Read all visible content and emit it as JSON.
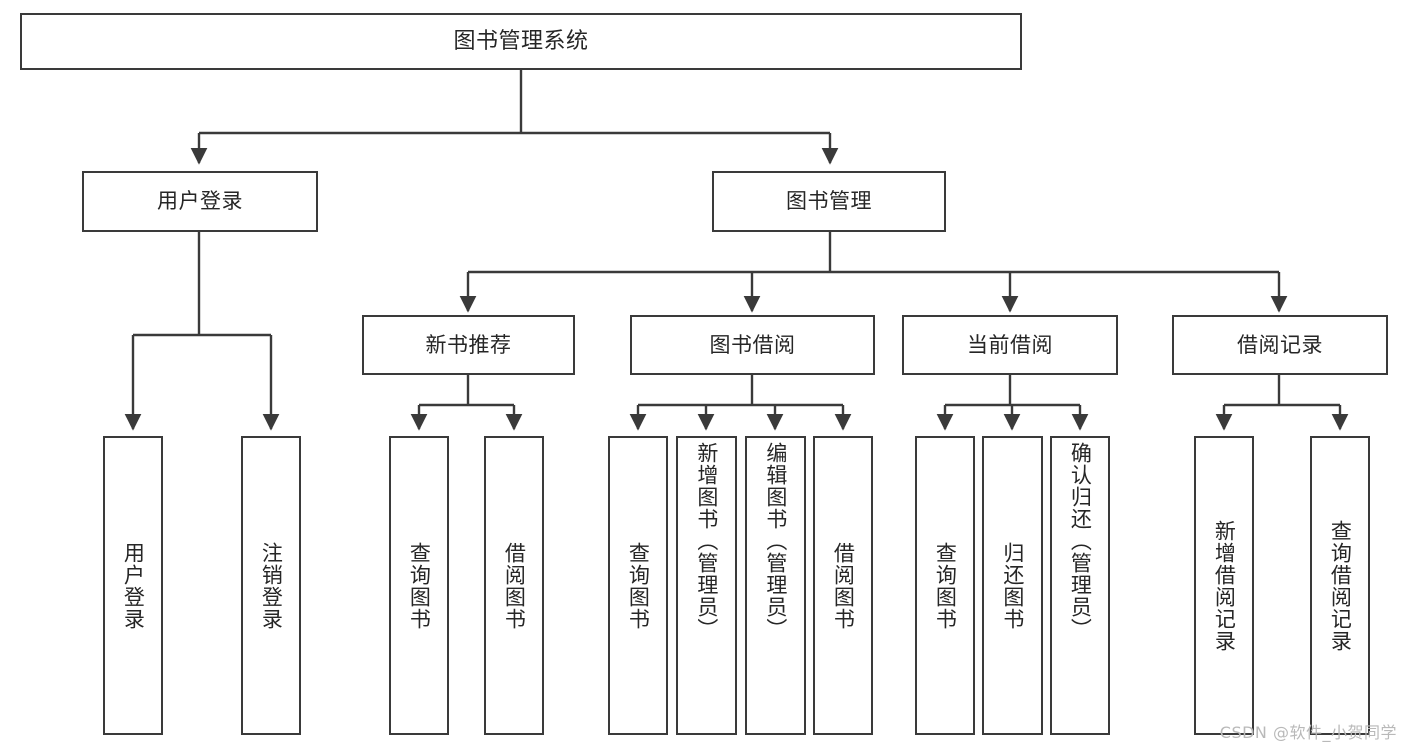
{
  "diagram": {
    "title": "图书管理系统",
    "type": "tree",
    "background_color": "#ffffff",
    "node_border_color": "#3a3a3a",
    "node_fill_color": "#ffffff",
    "edge_color": "#3a3a3a",
    "text_color": "#262626"
  },
  "nodes": {
    "root": {
      "label": "图书管理系统"
    },
    "level1": [
      {
        "id": "user-login",
        "label": "用户登录"
      },
      {
        "id": "book-management",
        "label": "图书管理"
      }
    ],
    "level2": [
      {
        "id": "new-book-recommend",
        "label": "新书推荐"
      },
      {
        "id": "book-borrow",
        "label": "图书借阅"
      },
      {
        "id": "current-borrow",
        "label": "当前借阅"
      },
      {
        "id": "borrow-record",
        "label": "借阅记录"
      }
    ],
    "leaves": {
      "user_login": [
        {
          "id": "leaf-user-login",
          "label": "用户登录"
        },
        {
          "id": "leaf-logout-login",
          "label": "注销登录"
        }
      ],
      "new_book_recommend": [
        {
          "id": "leaf-query-book-1",
          "label": "查询图书"
        },
        {
          "id": "leaf-borrow-book-1",
          "label": "借阅图书"
        }
      ],
      "book_borrow": [
        {
          "id": "leaf-query-book-2",
          "label": "查询图书"
        },
        {
          "id": "leaf-add-book",
          "label": "新增图书（管理员）"
        },
        {
          "id": "leaf-edit-book",
          "label": "编辑图书（管理员）"
        },
        {
          "id": "leaf-borrow-book-2",
          "label": "借阅图书"
        }
      ],
      "current_borrow": [
        {
          "id": "leaf-query-book-3",
          "label": "查询图书"
        },
        {
          "id": "leaf-return-book",
          "label": "归还图书"
        },
        {
          "id": "leaf-confirm-return",
          "label": "确认归还（管理员）"
        }
      ],
      "borrow_record": [
        {
          "id": "leaf-add-borrow-record",
          "label": "新增借阅记录"
        },
        {
          "id": "leaf-query-borrow-record",
          "label": "查询借阅记录"
        }
      ]
    }
  },
  "watermark": {
    "text": "CSDN @软件_小贺同学"
  }
}
